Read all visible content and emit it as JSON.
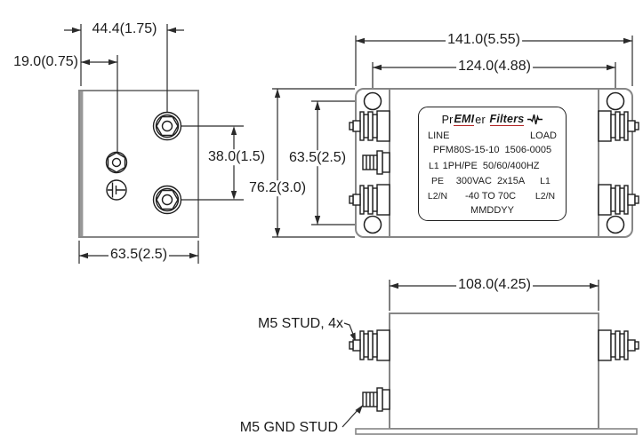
{
  "views": {
    "end_view": {
      "dims": {
        "stud_offset_x": "44.4(1.75)",
        "pe_offset_x": "19.0(0.75)",
        "stud_spacing": "38.0(1.5)",
        "depth": "63.5(2.5)"
      }
    },
    "top_view": {
      "dims": {
        "overall_width": "141.0(5.55)",
        "hole_spacing_x": "124.0(4.88)",
        "hole_spacing_y": "63.5(2.5)",
        "overall_depth": "76.2(3.0)"
      }
    },
    "side_view": {
      "dims": {
        "body_width": "108.0(4.25)"
      },
      "callouts": {
        "stud": "M5 STUD, 4x",
        "gnd_stud": "M5 GND STUD"
      }
    }
  },
  "label": {
    "brand": {
      "pre": "Pr",
      "emi": "EMI",
      "mid": "er",
      "filters": "Filters"
    },
    "line": "LINE",
    "load": "LOAD",
    "model": "PFM80S-15-10  1506-0005",
    "phase": "1PH/PE  50/60/400HZ",
    "rating": "300VAC  2x15A",
    "temp": "-40 TO 70C",
    "date_code": "MMDDYY",
    "terminals_left": [
      "L1",
      "PE",
      "L2/N"
    ],
    "terminals_right": [
      "L1",
      "L2/N"
    ]
  },
  "colors": {
    "accent_red": "#b22222",
    "line_dark": "#1f1f1f",
    "line_gray": "#868686"
  }
}
